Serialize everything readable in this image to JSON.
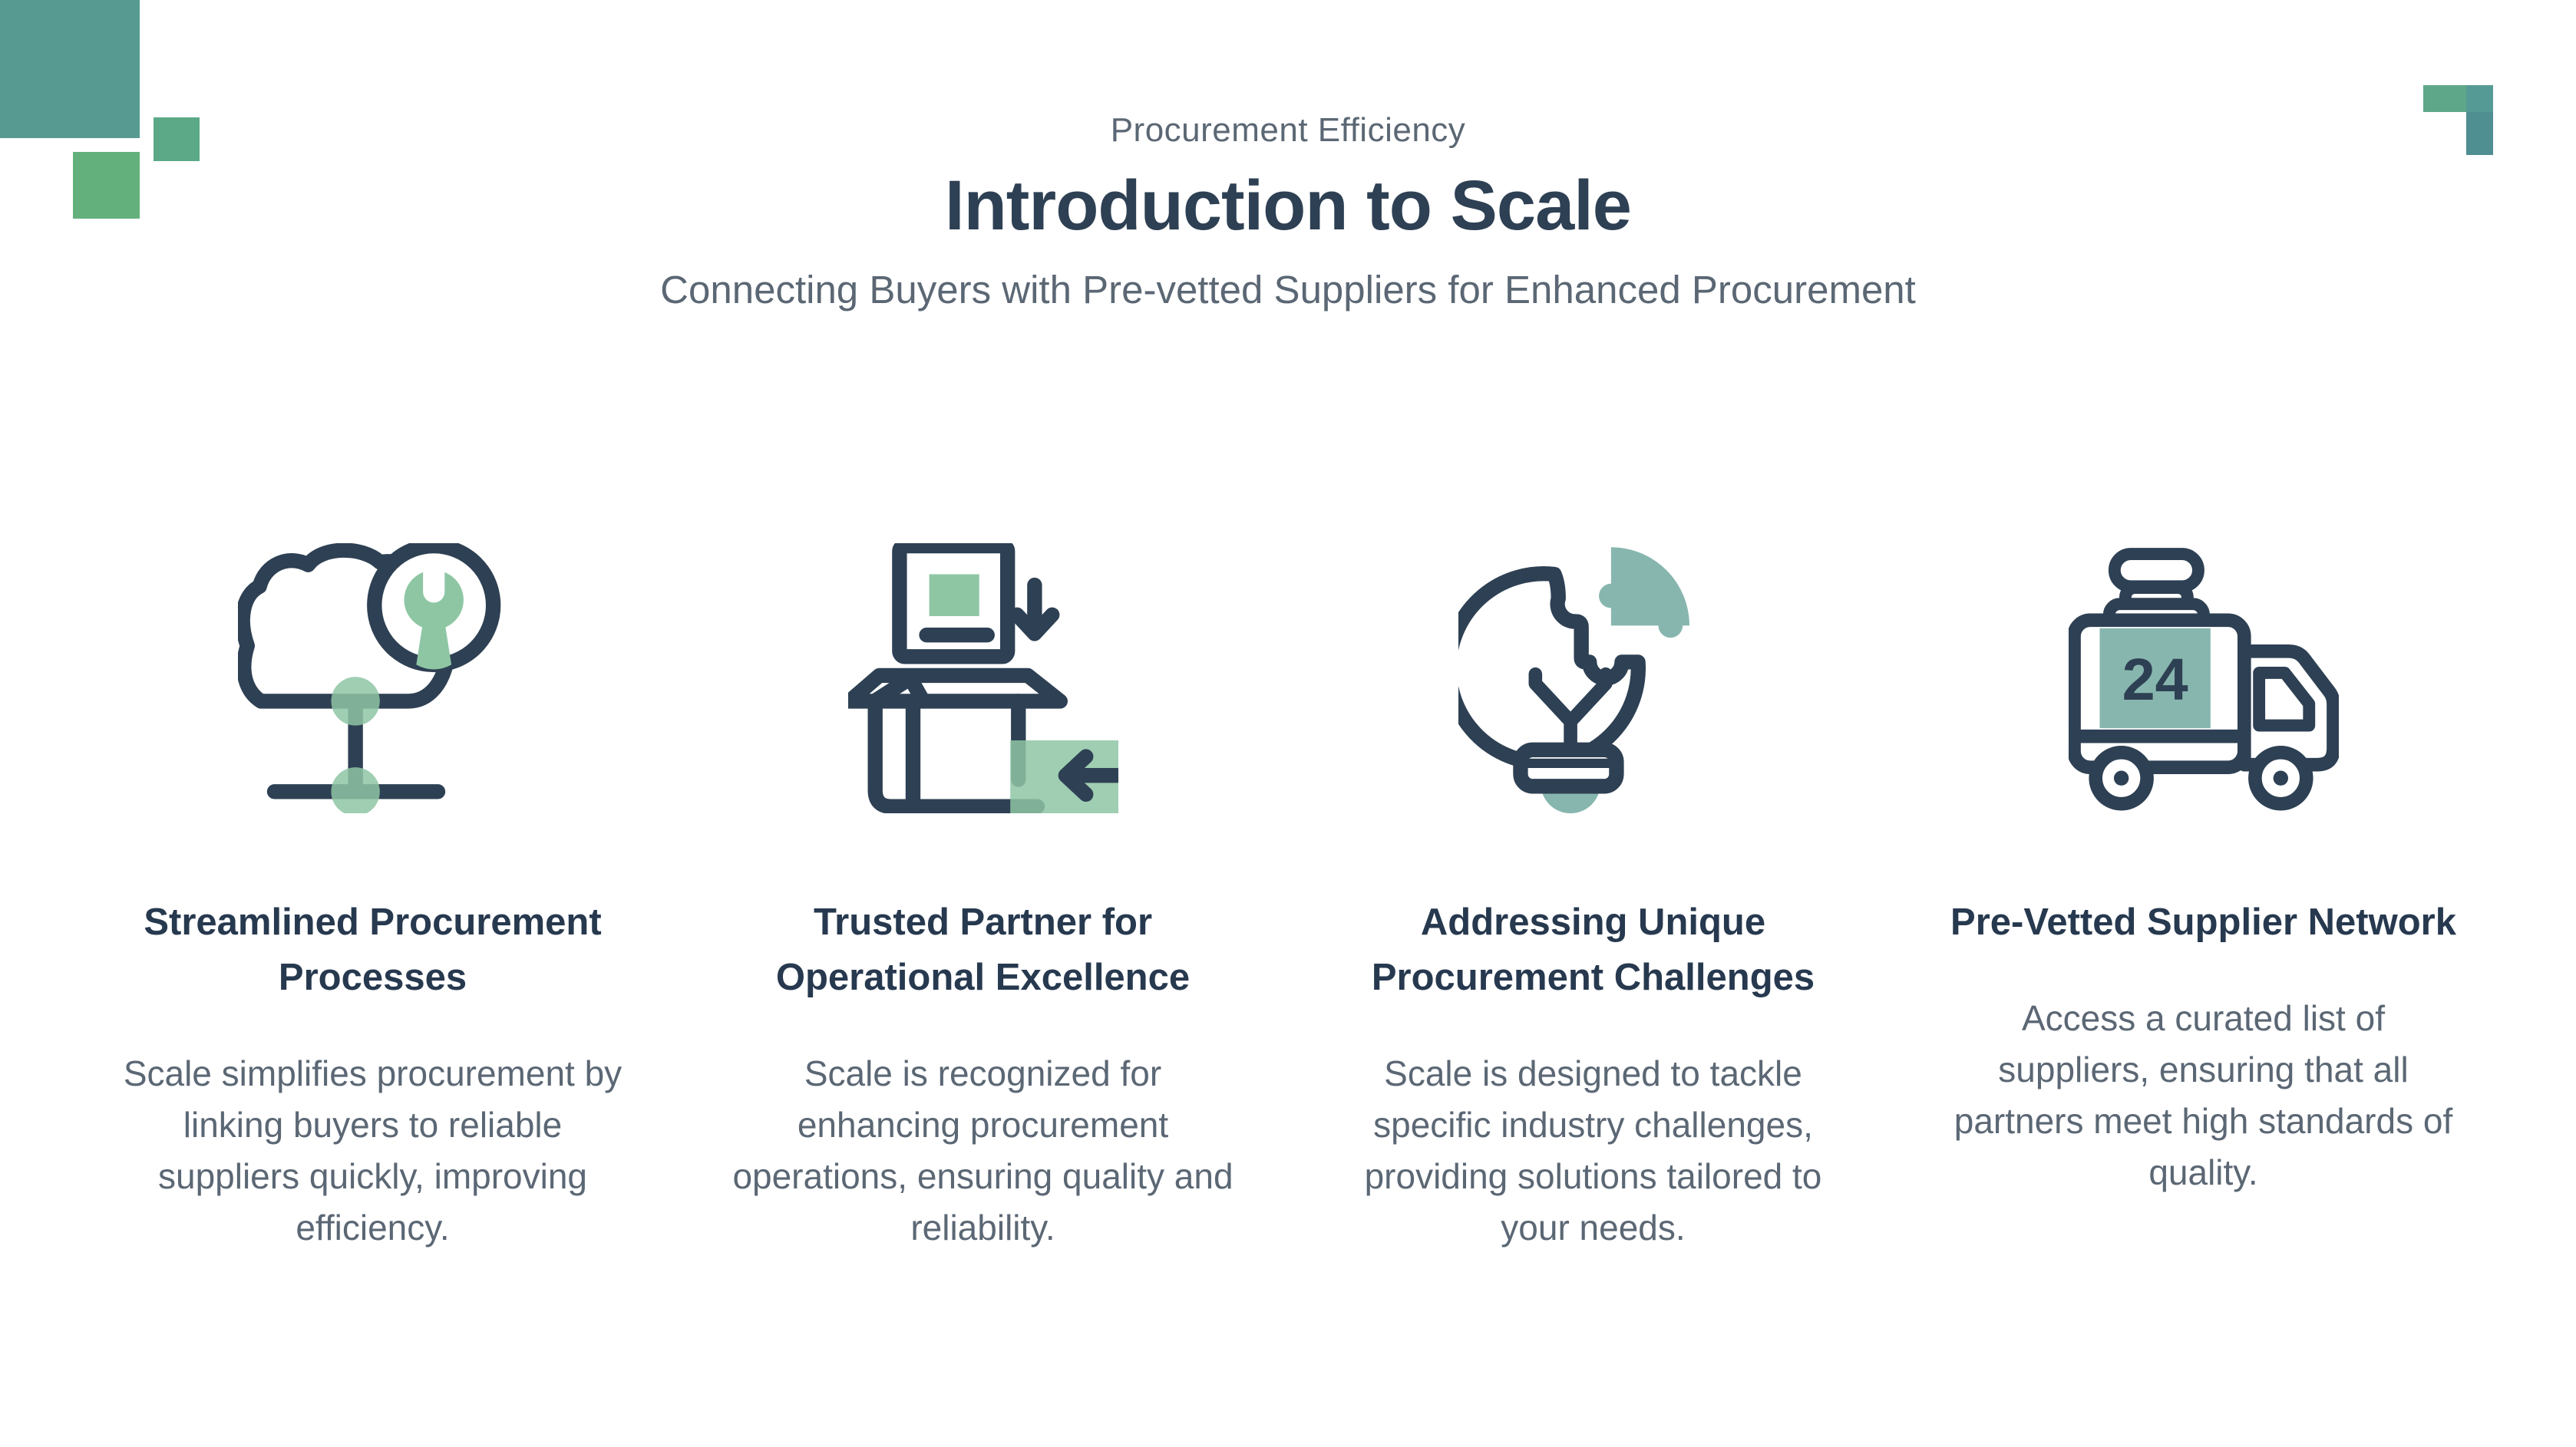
{
  "header": {
    "eyebrow": "Procurement Efficiency",
    "title": "Introduction to Scale",
    "subtitle": "Connecting Buyers with Pre-vetted Suppliers for Enhanced Procurement"
  },
  "features": [
    {
      "icon": "cloud-network-wrench-icon",
      "title_lines": [
        "Streamlined Procurement",
        "Processes"
      ],
      "description": "Scale simplifies procurement by linking buyers to reliable suppliers quickly, improving efficiency."
    },
    {
      "icon": "box-document-arrows-icon",
      "title_lines": [
        "Trusted Partner for",
        "Operational Excellence"
      ],
      "description": "Scale is recognized for enhancing procurement operations, ensuring quality and reliability."
    },
    {
      "icon": "lightbulb-puzzle-icon",
      "title_lines": [
        "Addressing Unique",
        "Procurement Challenges"
      ],
      "description": "Scale is designed to tackle specific industry challenges, providing solutions tailored to your needs."
    },
    {
      "icon": "delivery-truck-24-icon",
      "title_lines": [
        "Pre-Vetted Supplier Network"
      ],
      "description": "Access a curated list of suppliers, ensuring that all partners meet high standards of quality."
    }
  ],
  "icons": {
    "truck_badge": "24"
  },
  "colors": {
    "navy": "#2e4053",
    "heading_text": "#27394f",
    "body_text": "#5b6774",
    "accent_green": "#8ec6a4",
    "accent_teal": "#87b6ae",
    "square_top_left_big": "#579a92",
    "square_top_left_small": "#5ba987",
    "square_top_left_lower": "#63b07d",
    "square_top_right_green": "#5ea889",
    "square_top_right_teal": "#4f8e91"
  }
}
